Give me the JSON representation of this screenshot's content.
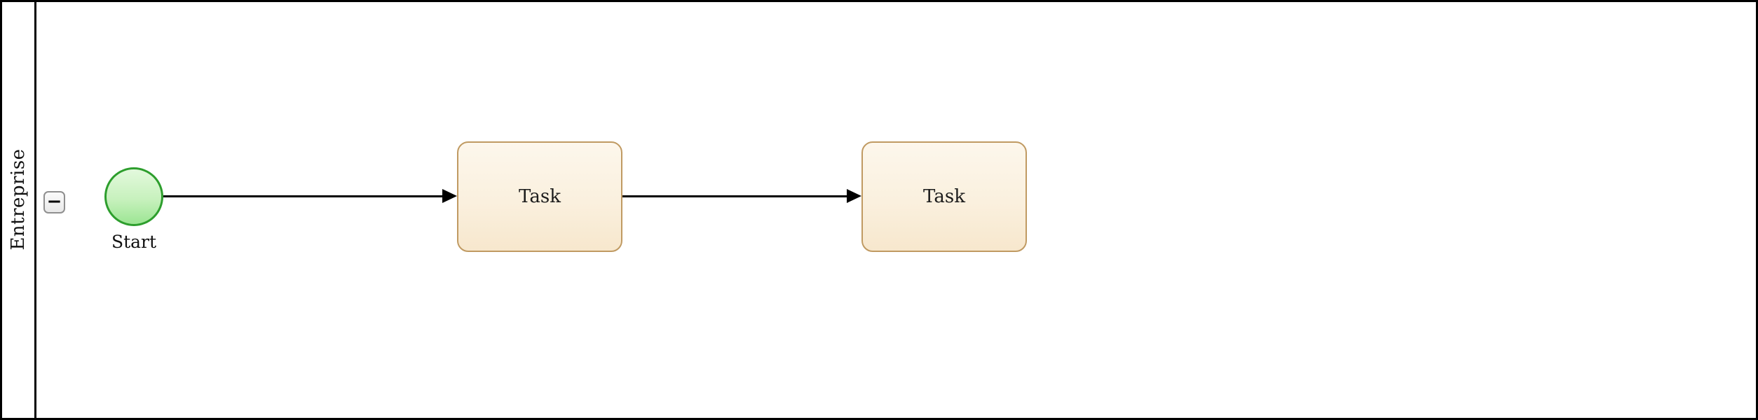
{
  "pool": {
    "label": "Entreprise",
    "collapse_button_glyph": "−"
  },
  "nodes": {
    "start_event": {
      "type": "start-event",
      "label": "Start"
    },
    "task1": {
      "type": "task",
      "label": "Task"
    },
    "task2": {
      "type": "task",
      "label": "Task"
    }
  },
  "edges": [
    {
      "from": "start_event",
      "to": "task1",
      "style": "solid-arrow"
    },
    {
      "from": "task1",
      "to": "task2",
      "style": "solid-arrow"
    }
  ],
  "colors": {
    "pool_border": "#000000",
    "lane_divider": "#000000",
    "task_border": "#c09a62",
    "task_fill_top": "#fdf7ec",
    "task_fill_bottom": "#f7e7cd",
    "event_border": "#2d9e2d",
    "event_fill_top": "#e3f9dd",
    "event_fill_bottom": "#9ce593",
    "connector": "#000000",
    "collapse_button_border": "#8f8f8f",
    "text": "#111111"
  }
}
